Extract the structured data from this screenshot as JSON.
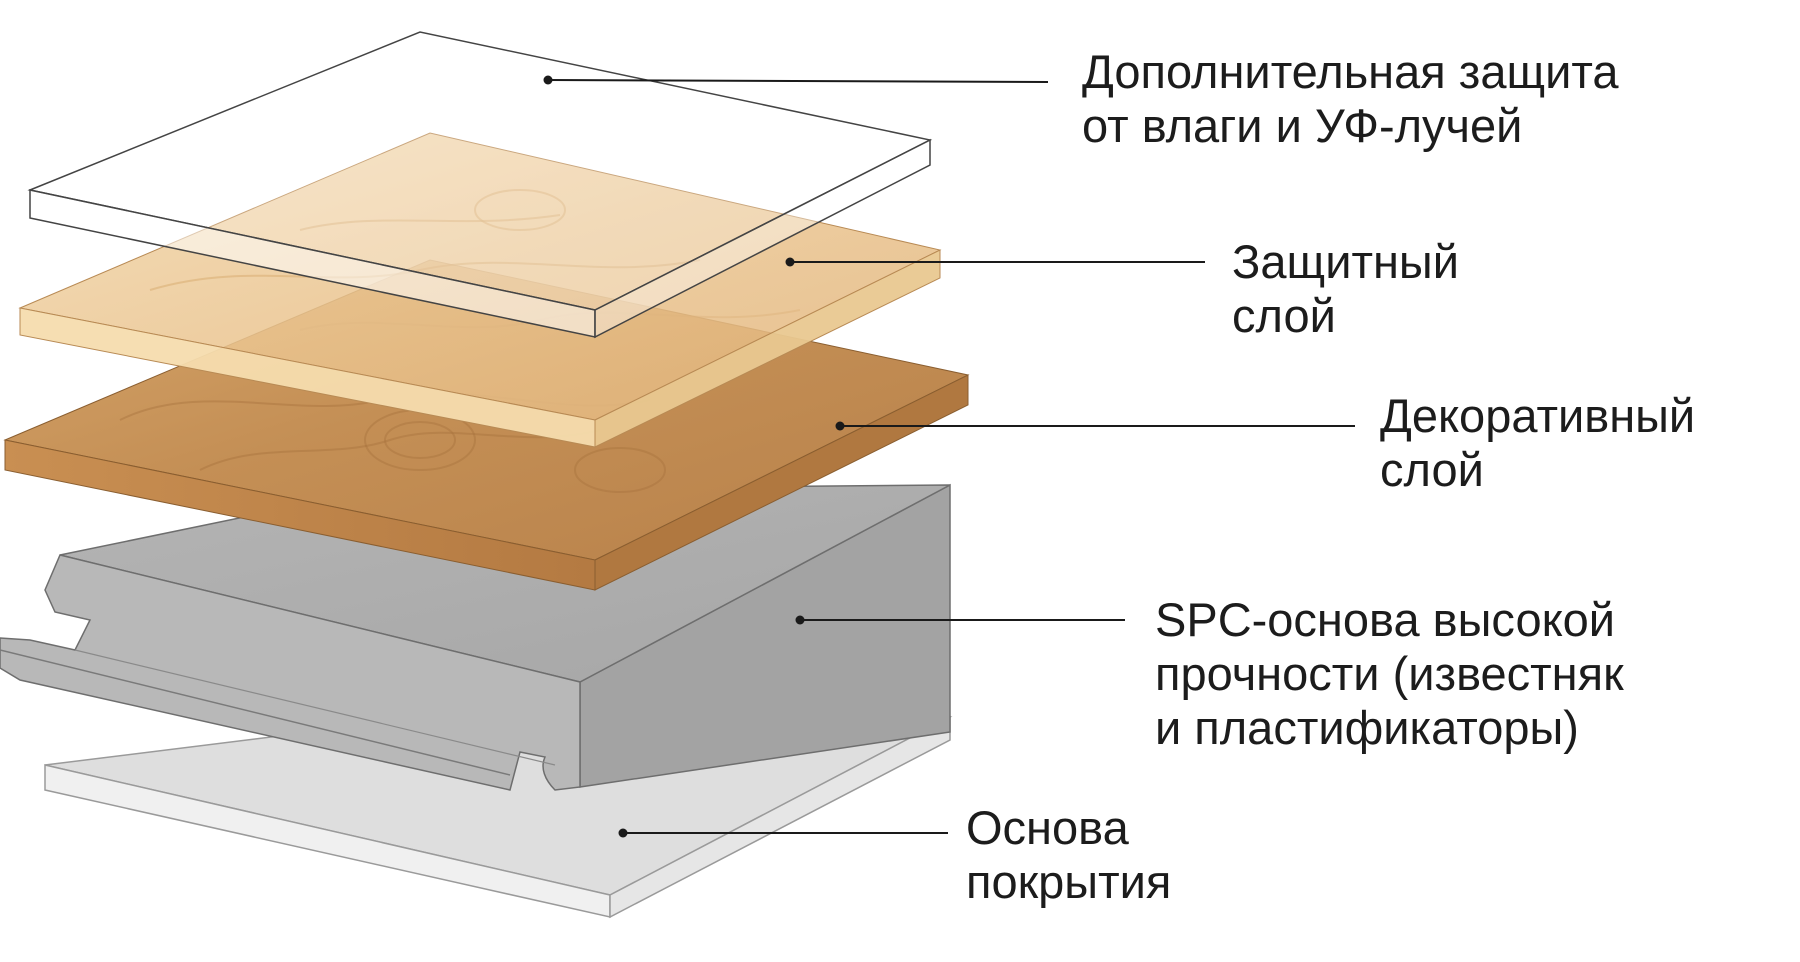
{
  "layers": [
    {
      "id": "uv-protection",
      "label_lines": [
        "Дополнительная защита",
        "от влаги и УФ-лучей"
      ],
      "color": "#ffffff"
    },
    {
      "id": "protective",
      "label_lines": [
        "Защитный",
        "слой"
      ],
      "color": "#eac48f"
    },
    {
      "id": "decorative",
      "label_lines": [
        "Декоративный",
        "слой"
      ],
      "color": "#c48f55"
    },
    {
      "id": "spc-core",
      "label_lines": [
        "SPC-основа высокой",
        "прочности (известняк",
        "и пластификаторы)"
      ],
      "color": "#acacac"
    },
    {
      "id": "underlay",
      "label_lines": [
        "Основа",
        "покрытия"
      ],
      "color": "#dedede"
    }
  ],
  "colors": {
    "text": "#1c1c1c",
    "leader_line": "#1a1a1a",
    "outline": "#3a3a3a",
    "wood_light": "#eac48f",
    "wood_dark": "#c48f55",
    "spc_top": "#acacac",
    "underlay_top": "#dedede"
  }
}
